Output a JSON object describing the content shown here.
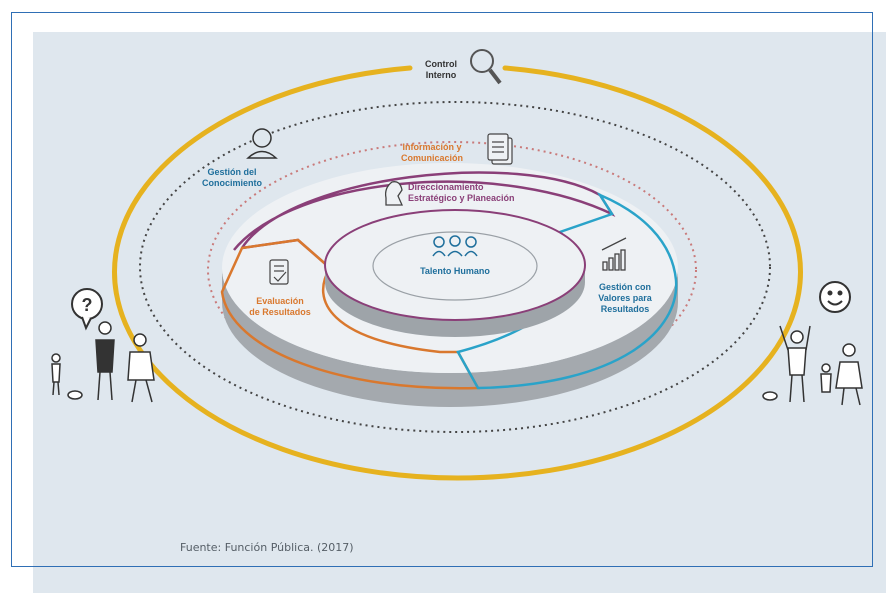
{
  "diagram": {
    "control_interno": [
      "Control",
      "Interno"
    ],
    "gestion_conocimiento": [
      "Gestión del",
      "Conocimiento"
    ],
    "informacion_comunicacion": [
      "Información y",
      "Comunicación"
    ],
    "direccionamiento": [
      "Direccionamiento",
      "Estratégico y Planeación"
    ],
    "talento_humano": "Talento Humano",
    "evaluacion": [
      "Evaluación",
      "de Resultados"
    ],
    "gestion_valores": [
      "Gestión con",
      "Valores para",
      "Resultados"
    ],
    "question_mark": "?",
    "source": "Fuente: Función Pública. (2017)"
  },
  "colors": {
    "outer_ring": "#e6b21f",
    "direccionamiento": "#8a3f78",
    "evaluacion": "#d9782e",
    "gestion_valores": "#2aa3c9",
    "informacion_dotted": "#c97a7a",
    "conocimiento_dotted": "#444444",
    "blue_label": "#1f6f9c",
    "orange_label": "#d9782e",
    "purple_label": "#8a3f78",
    "frame": "#2f6fb5",
    "background": "#dfe7ee"
  }
}
